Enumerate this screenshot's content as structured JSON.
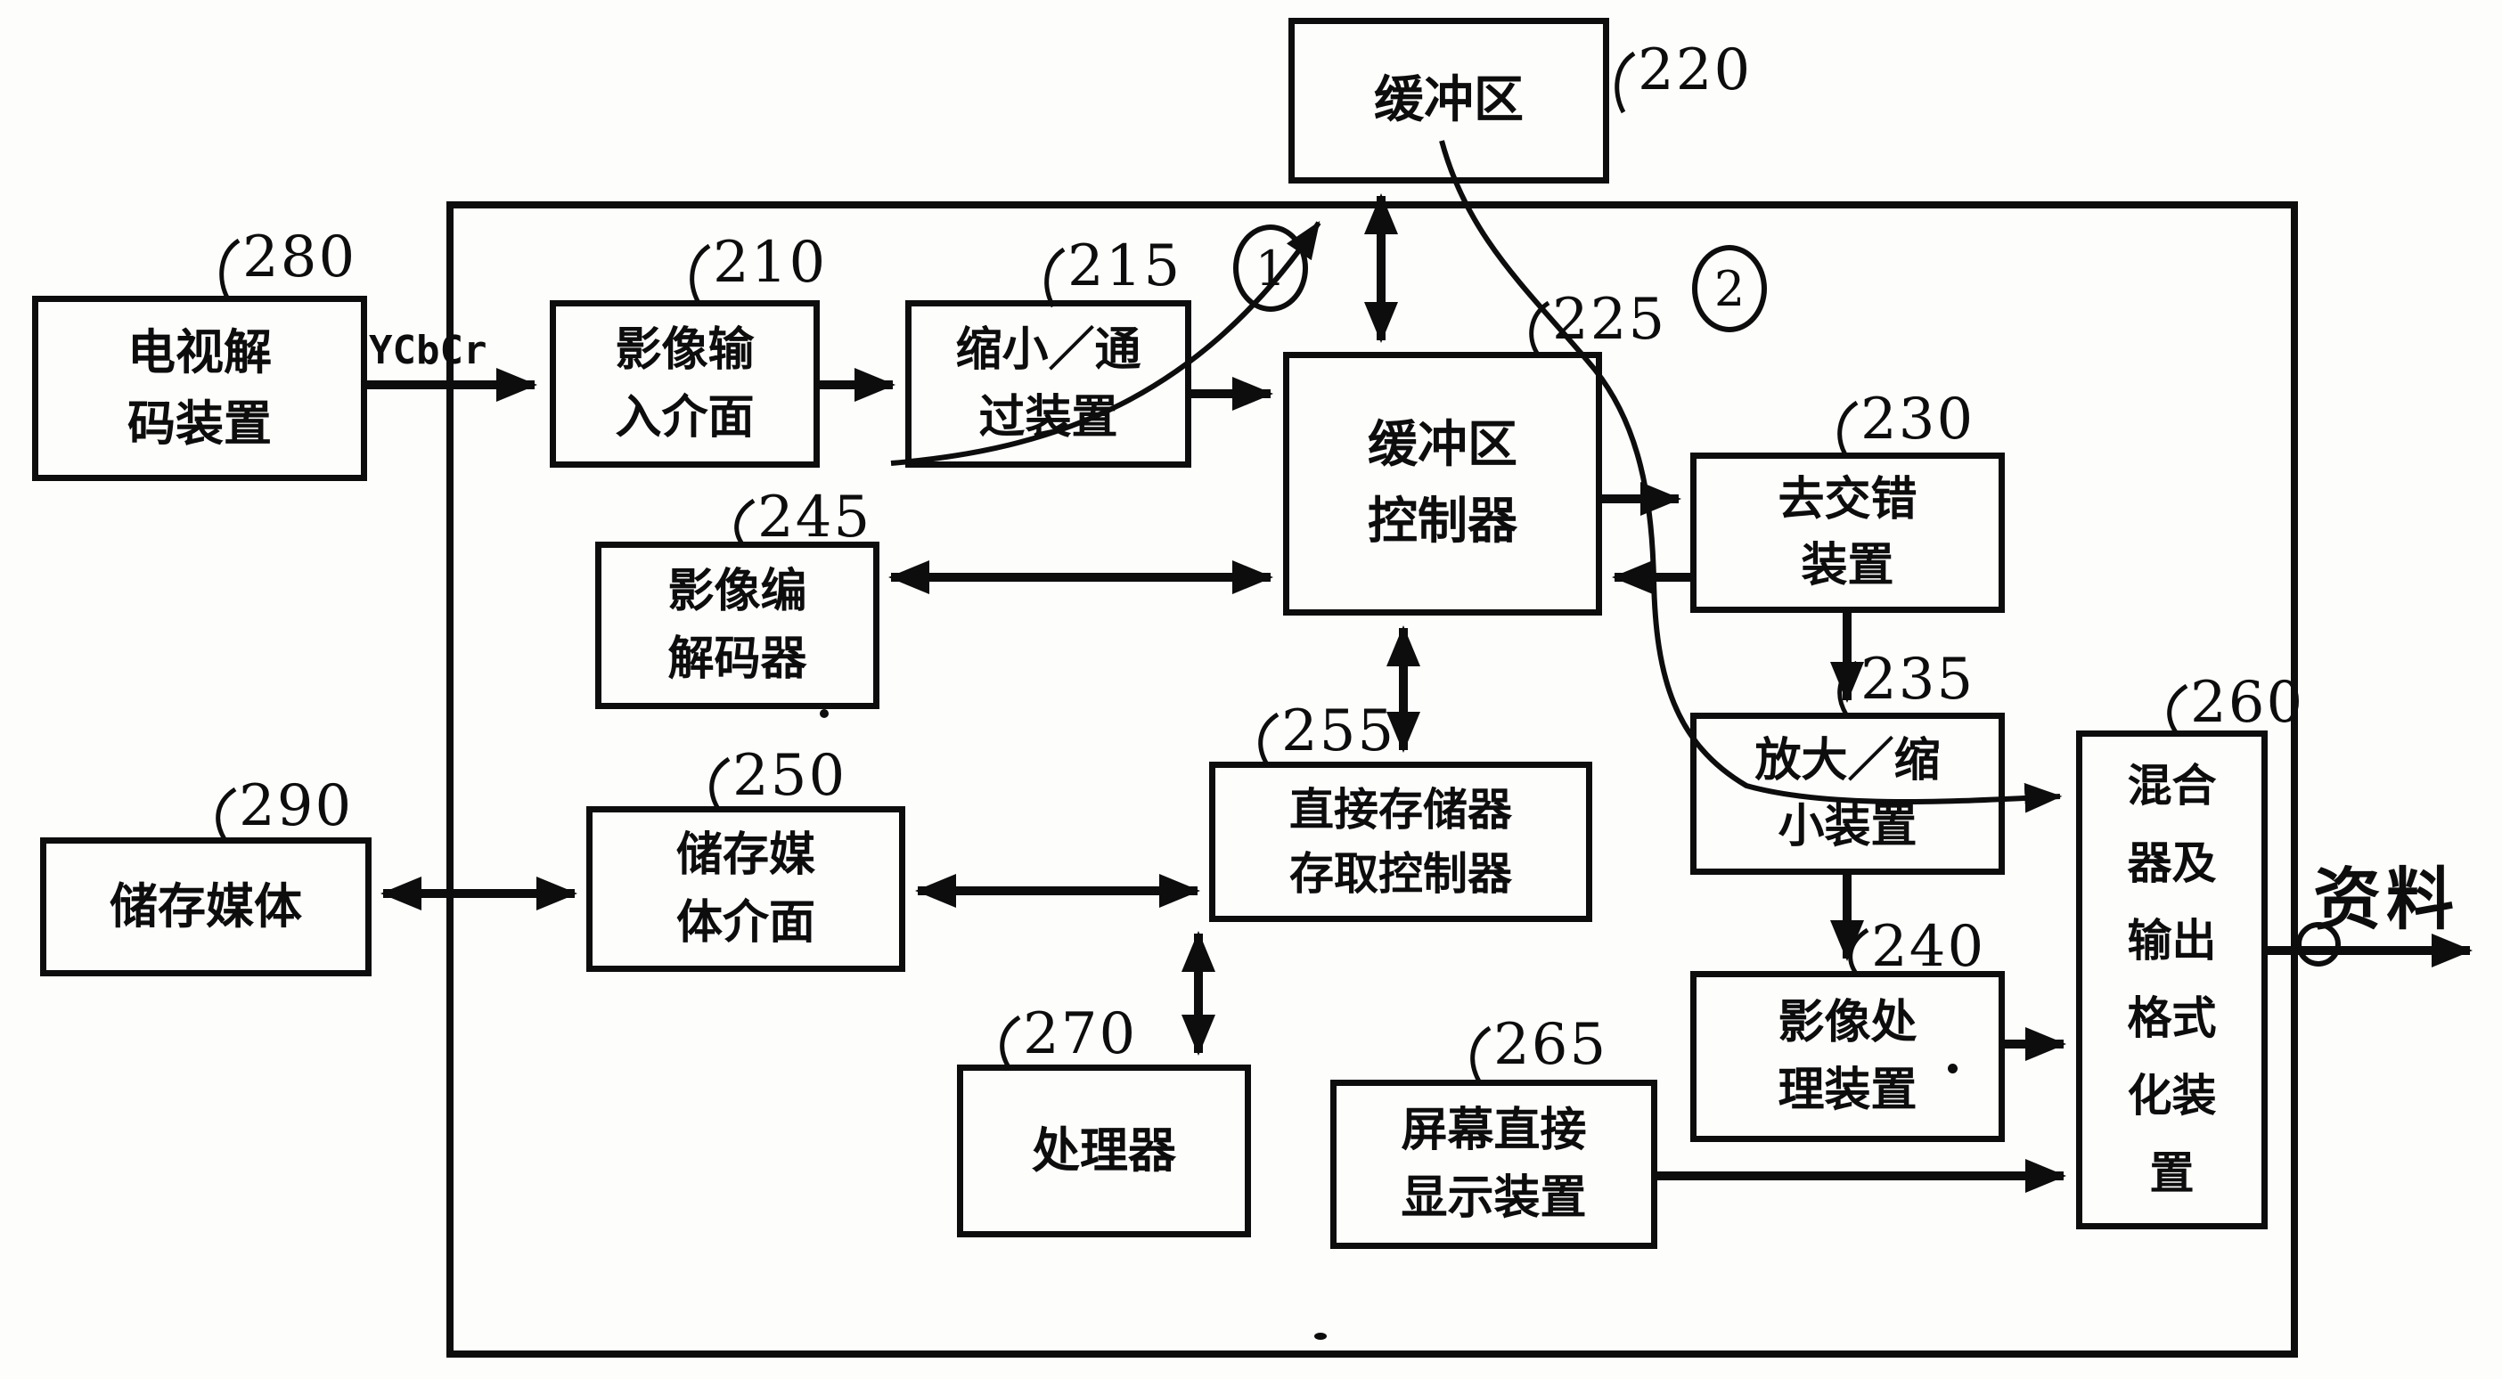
{
  "figure": {
    "kind": "video-processing-system-block-diagram",
    "stroke_color": "#0d0d0d",
    "background_color": "#fdfdfc",
    "input_signal_label": "YCbCr",
    "output_signal_label": "资料",
    "circled_annotations": [
      {
        "text": "1"
      },
      {
        "text": "2"
      }
    ],
    "blocks": [
      {
        "ref": "280",
        "name": "tv-decoder",
        "lines": [
          "电视解",
          "码装置"
        ]
      },
      {
        "ref": "210",
        "name": "video-input-if",
        "lines": [
          "影像输",
          "入介面"
        ]
      },
      {
        "ref": "215",
        "name": "shrink-pass",
        "lines": [
          "缩小／通",
          "过装置"
        ]
      },
      {
        "ref": "220",
        "name": "buffer",
        "lines": [
          "缓冲区"
        ]
      },
      {
        "ref": "225",
        "name": "buffer-controller",
        "lines": [
          "缓冲区",
          "控制器"
        ]
      },
      {
        "ref": "230",
        "name": "deinterlacer",
        "lines": [
          "去交错",
          "装置"
        ]
      },
      {
        "ref": "245",
        "name": "video-codec",
        "lines": [
          "影像编",
          "解码器"
        ]
      },
      {
        "ref": "235",
        "name": "scaler",
        "lines": [
          "放大／缩",
          "小装置"
        ]
      },
      {
        "ref": "240",
        "name": "video-processor",
        "lines": [
          "影像处",
          "理装置"
        ]
      },
      {
        "ref": "260",
        "name": "mixer-output-formatter",
        "lines": [
          "混合",
          "器及",
          "输出",
          "格式",
          "化装",
          "置"
        ]
      },
      {
        "ref": "290",
        "name": "storage-media",
        "lines": [
          "储存媒体"
        ]
      },
      {
        "ref": "250",
        "name": "storage-media-if",
        "lines": [
          "储存媒",
          "体介面"
        ]
      },
      {
        "ref": "255",
        "name": "dma-controller",
        "lines": [
          "直接存储器",
          "存取控制器"
        ]
      },
      {
        "ref": "270",
        "name": "processor",
        "lines": [
          "处理器"
        ]
      },
      {
        "ref": "265",
        "name": "osd-device",
        "lines": [
          "屏幕直接",
          "显示装置"
        ]
      }
    ]
  }
}
